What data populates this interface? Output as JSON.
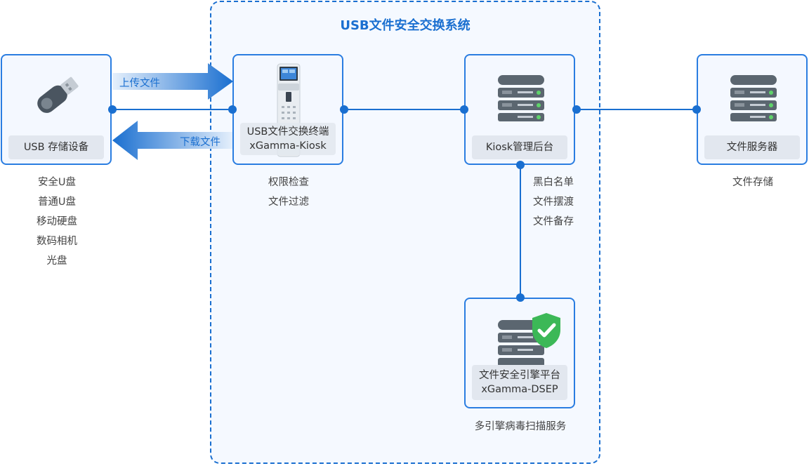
{
  "system": {
    "title": "USB文件安全交换系统"
  },
  "usb": {
    "label": "USB 存储设备",
    "captions": [
      "安全U盘",
      "普通U盘",
      "移动硬盘",
      "数码相机",
      "光盘"
    ]
  },
  "kiosk": {
    "label_line1": "USB文件交换终端",
    "label_line2": "xGamma-Kiosk",
    "captions": [
      "权限检查",
      "文件过滤"
    ]
  },
  "backend": {
    "label": "Kiosk管理后台",
    "captions": [
      "黑白名单",
      "文件摆渡",
      "文件备存"
    ]
  },
  "file_server": {
    "label": "文件服务器",
    "captions": [
      "文件存储"
    ]
  },
  "dsep": {
    "label_line1": "文件安全引擎平台",
    "label_line2": "xGamma-DSEP",
    "captions": [
      "多引擎病毒扫描服务"
    ]
  },
  "arrows": {
    "upload": "上传文件",
    "download": "下载文件"
  },
  "colors": {
    "accent": "#1a6fd0",
    "frame_bg": "#f5f9ff",
    "label_bg": "#e2e7ef",
    "shield": "#3cb857"
  }
}
